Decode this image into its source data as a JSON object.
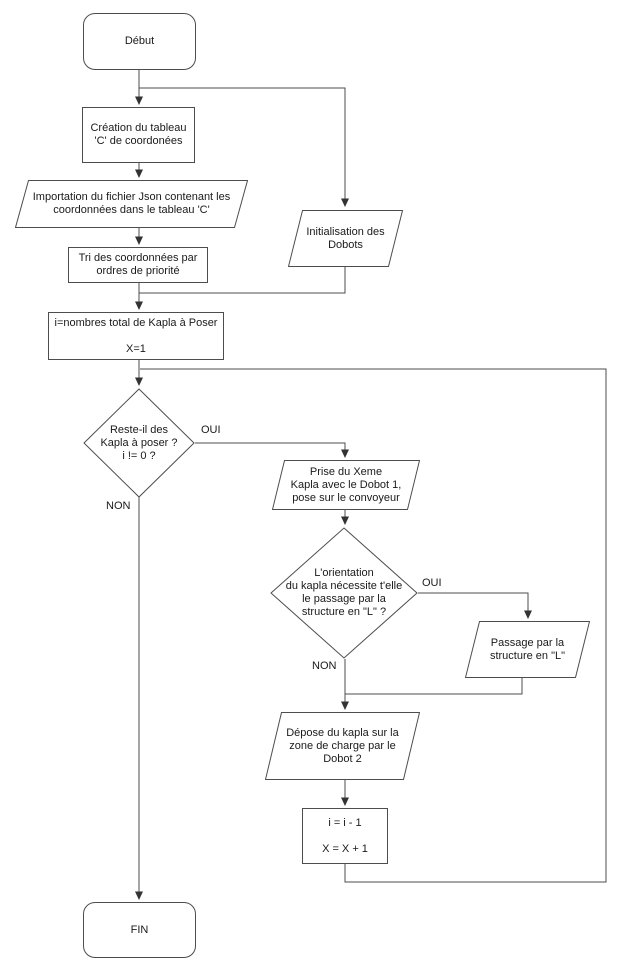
{
  "diagram": {
    "type": "flowchart",
    "language": "fr",
    "colors": {
      "background": "#ffffff",
      "stroke": "#4d4d4d",
      "text": "#1a1a1a"
    },
    "labels": {
      "oui": "OUI",
      "non": "NON"
    },
    "nodes": {
      "start": {
        "shape": "terminator",
        "label": "Début"
      },
      "create_array": {
        "shape": "process",
        "label": "Création du tableau\n'C' de coordonées"
      },
      "import_json": {
        "shape": "input-output",
        "label": "Importation du fichier Json contenant les\ncoordonnées dans le tableau 'C'"
      },
      "sort": {
        "shape": "process",
        "label": "Tri des coordonnées par\nordres de priorité"
      },
      "init_dobots": {
        "shape": "input-output",
        "label": "Initialisation des\nDobots"
      },
      "init_vars": {
        "shape": "process",
        "label": "i=nombres total de Kapla à Poser\n\nX=1"
      },
      "decision1": {
        "shape": "decision",
        "label": "Reste-il des\nKapla à poser ?\ni != 0 ?"
      },
      "prise": {
        "shape": "input-output",
        "label": "Prise du Xeme\nKapla avec le Dobot 1,\npose sur le convoyeur"
      },
      "decision2": {
        "shape": "decision",
        "label": "L'orientation\ndu kapla nécessite t'elle\nle passage par la\nstructure en \"L\" ?"
      },
      "passage": {
        "shape": "input-output",
        "label": "Passage par la\nstructure en \"L\""
      },
      "depose": {
        "shape": "input-output",
        "label": "Dépose du kapla sur la\nzone de charge par le\nDobot 2"
      },
      "decrement": {
        "shape": "process",
        "label": "i = i - 1\n\nX = X + 1"
      },
      "fin": {
        "shape": "terminator",
        "label": "FIN"
      }
    },
    "edges": [
      {
        "from": "start",
        "to": "create_array",
        "label": ""
      },
      {
        "from": "start",
        "to": "init_dobots",
        "label": ""
      },
      {
        "from": "create_array",
        "to": "import_json",
        "label": ""
      },
      {
        "from": "import_json",
        "to": "sort",
        "label": ""
      },
      {
        "from": "sort",
        "to": "init_vars",
        "label": ""
      },
      {
        "from": "init_dobots",
        "to": "init_vars",
        "label": ""
      },
      {
        "from": "init_vars",
        "to": "decision1",
        "label": ""
      },
      {
        "from": "decision1",
        "to": "prise",
        "label": "OUI"
      },
      {
        "from": "decision1",
        "to": "fin",
        "label": "NON"
      },
      {
        "from": "prise",
        "to": "decision2",
        "label": ""
      },
      {
        "from": "decision2",
        "to": "passage",
        "label": "OUI"
      },
      {
        "from": "decision2",
        "to": "depose",
        "label": "NON"
      },
      {
        "from": "passage",
        "to": "depose",
        "label": ""
      },
      {
        "from": "depose",
        "to": "decrement",
        "label": ""
      },
      {
        "from": "decrement",
        "to": "decision1",
        "label": ""
      }
    ]
  }
}
